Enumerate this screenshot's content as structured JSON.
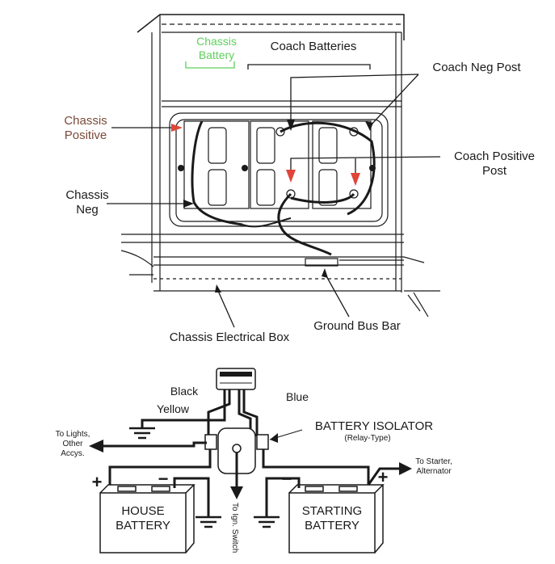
{
  "top_diagram": {
    "chassis_battery": "Chassis\nBattery",
    "coach_batteries": "Coach Batteries",
    "coach_neg_post": "Coach Neg Post",
    "chassis_positive": "Chassis\nPositive",
    "coach_positive_post": "Coach Positive\nPost",
    "chassis_neg": "Chassis\nNeg",
    "ground_bus_bar": "Ground Bus Bar",
    "chassis_electrical_box": "Chassis Electrical Box"
  },
  "bottom_diagram": {
    "black": "Black",
    "yellow": "Yellow",
    "blue": "Blue",
    "battery_isolator": "BATTERY ISOLATOR",
    "relay_type": "(Relay-Type)",
    "to_lights": "To Lights,\nOther\nAccys.",
    "to_starter": "To Starter,\nAlternator",
    "house_battery": "HOUSE\nBATTERY",
    "starting_battery": "STARTING\nBATTERY",
    "to_ign_switch": "To Ign. Switch",
    "plus": "+",
    "minus": "−"
  },
  "colors": {
    "green_label": "#5ecf5e",
    "brown_label": "#7a4a3a",
    "red_arrow": "#e0453a",
    "line": "#1a1a1a"
  }
}
